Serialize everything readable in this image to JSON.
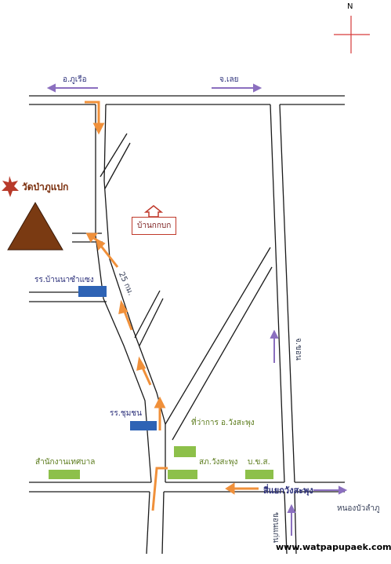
{
  "compass": {
    "north_label": "N"
  },
  "temple": {
    "name": "วัดป่าภูแปก"
  },
  "landmark_house": {
    "name": "บ้านกกบก"
  },
  "roads": {
    "to_phu_ruea": "อ.ภูเรือ",
    "to_loei": "จ.เลย",
    "distance": "25 กม.",
    "khon_kaen": "จ.ขอน",
    "nong_bua_lamphu": "หนองบัวลำภู",
    "khon_kaen_bottom": "ขอนแก่น"
  },
  "places": {
    "school_ban_na": "รร.บ้านนาซำแซง",
    "school_chumchon": "รร.ชุมชน",
    "district_office": "ที่ว่าการ อ.วังสะพุง",
    "police_station": "สภ.วังสะพุง",
    "post_office": "บ.ข.ส.",
    "municipality": "สำนักงานเทศบาล",
    "intersection": "สี่แยกวังสะพุง"
  },
  "footer": {
    "url": "www.watpapupaek.com"
  },
  "colors": {
    "road": "#1a1a1a",
    "route_arrow": "#f0903a",
    "direction_arrow": "#8b6fbf",
    "school_box": "#2e63b5",
    "office_box": "#8dc04a",
    "temple_triangle": "#7a3a12",
    "temple_star": "#b83a2a",
    "compass": "#d63a3a"
  }
}
